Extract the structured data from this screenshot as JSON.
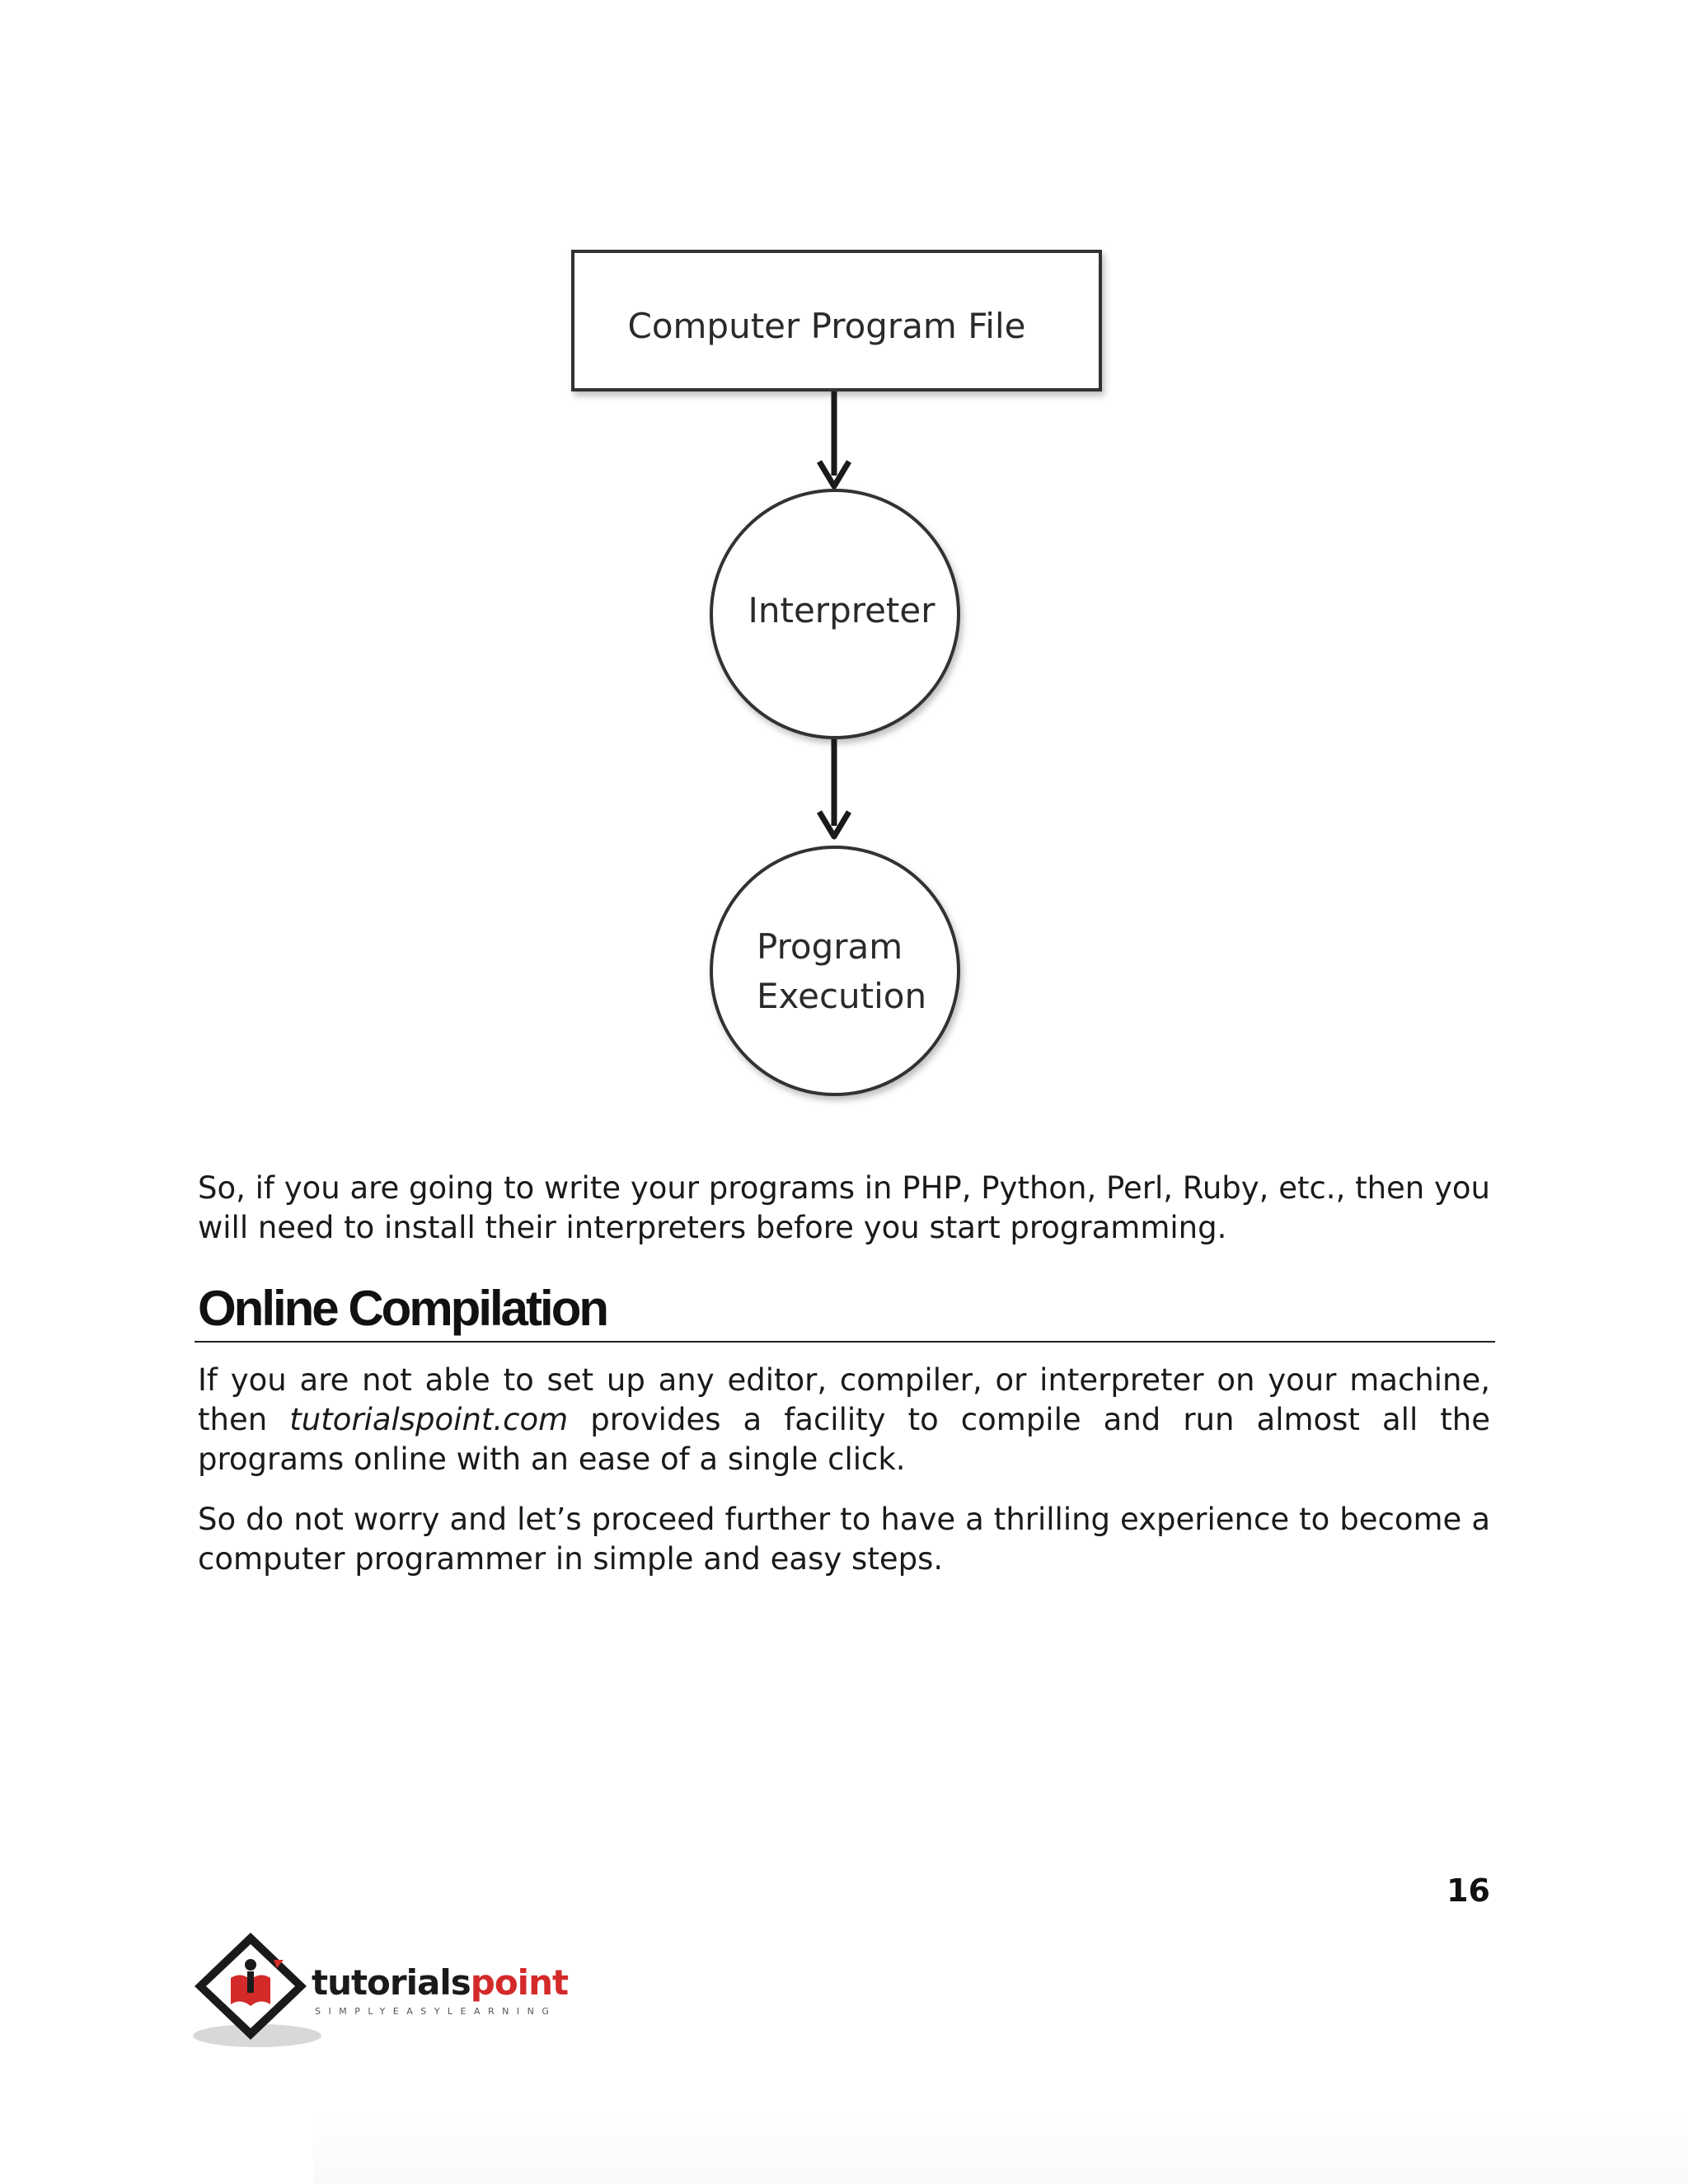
{
  "diagram": {
    "box_label": "Computer Program File",
    "interpreter_label": "Interpreter",
    "execution_label_line1": "Program",
    "execution_label_line2": "Execution"
  },
  "content": {
    "intro_paragraph": "So, if you are going to write your programs in PHP, Python, Perl, Ruby, etc., then you will need to install their interpreters before you start programming.",
    "section_heading": "Online Compilation",
    "paragraph2_before": "If you are not able to set up any editor, compiler, or interpreter on your machine, then ",
    "paragraph2_link": "tutorialspoint.com",
    "paragraph2_after": " provides a facility to compile and run almost all the programs online with an ease of a single click.",
    "paragraph3": "So do not worry and let’s proceed further to have a thrilling experience to become a computer programmer in simple and easy steps."
  },
  "footer": {
    "page_number": "16",
    "logo_word_part1": "tutorials",
    "logo_word_part2": "point",
    "logo_tagline": "SIMPLYEASYLEARNING",
    "logo_dark_color": "#1a1a1a",
    "logo_red_color": "#d42a2a"
  }
}
